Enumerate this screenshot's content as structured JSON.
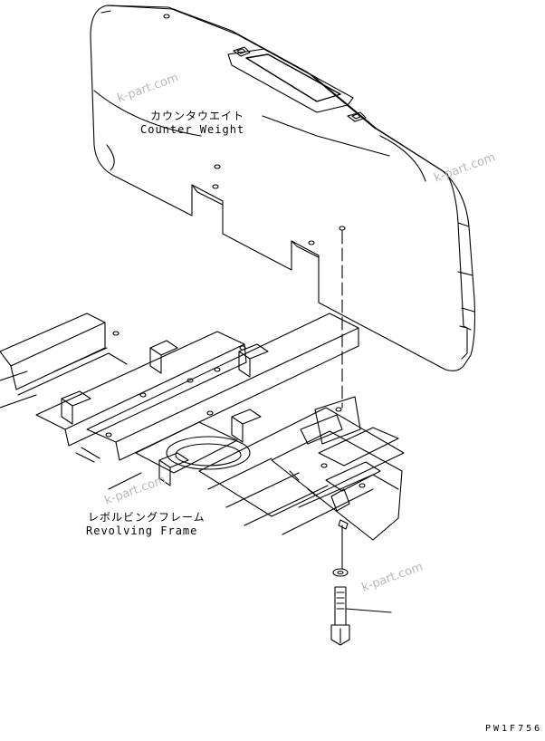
{
  "labels": {
    "counter_weight_jp": "カウンタウエイト",
    "counter_weight_en": "Counter Weight",
    "revolving_frame_jp": "レボルビングフレーム",
    "revolving_frame_en": "Revolving Frame"
  },
  "watermark": "k-part.com",
  "drawing_code": "PW1F756"
}
